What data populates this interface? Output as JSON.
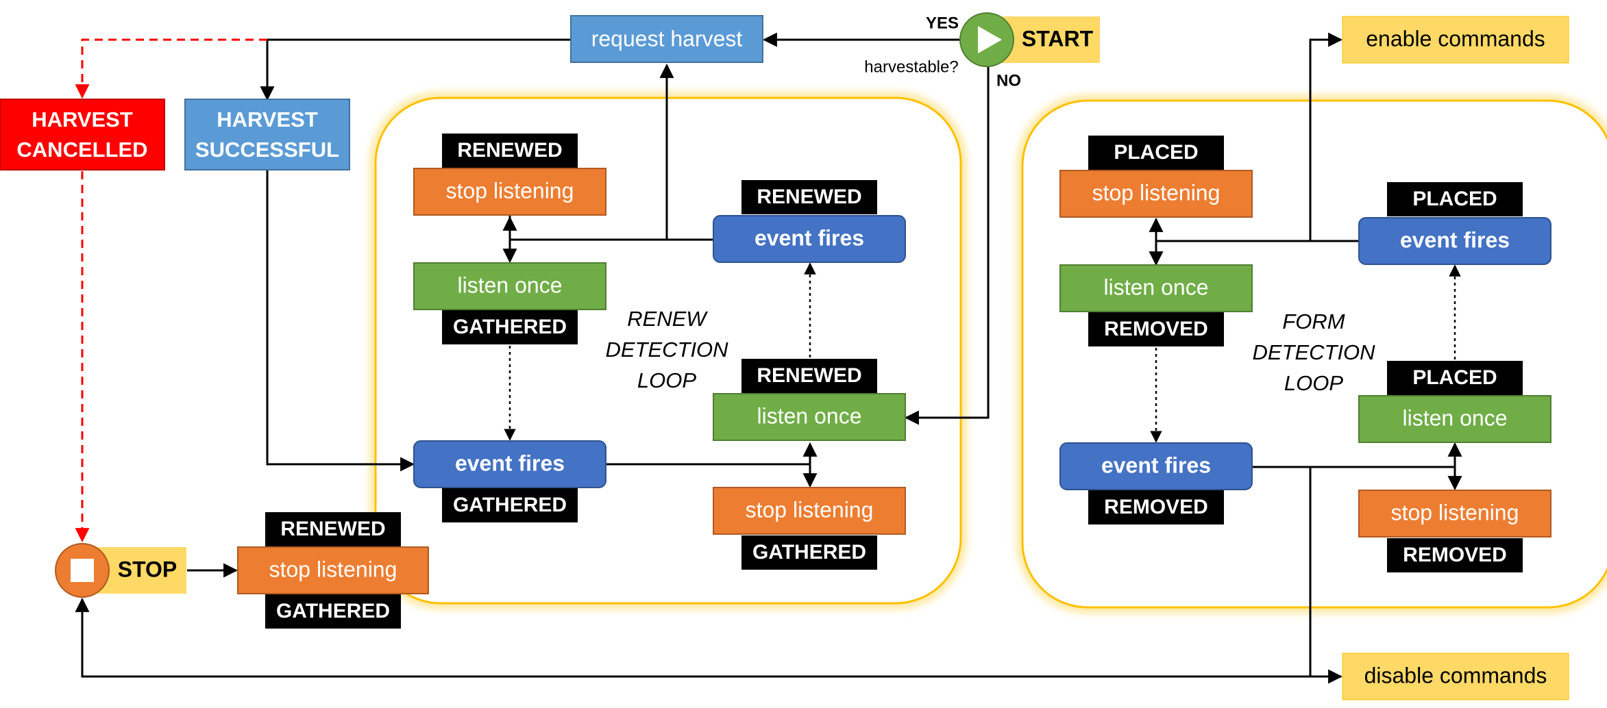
{
  "nodes": {
    "request_harvest": "request harvest",
    "start": "START",
    "stop": "STOP",
    "yes": "YES",
    "no": "NO",
    "harvestable": "harvestable?",
    "enable_commands": "enable commands",
    "disable_commands": "disable commands",
    "harvest_cancelled": [
      "HARVEST",
      "CANCELLED"
    ],
    "harvest_successful": [
      "HARVEST",
      "SUCCESSFUL"
    ]
  },
  "renew_loop": {
    "label": [
      "RENEW",
      "DETECTION",
      "LOOP"
    ],
    "tl_tag": "RENEWED",
    "tl_box": "stop listening",
    "ml_box": "listen once",
    "ml_tag": "GATHERED",
    "bl_box": "event fires",
    "bl_tag": "GATHERED",
    "tr_tag": "RENEWED",
    "tr_box": "event fires",
    "mr_tag": "RENEWED",
    "mr_box": "listen once",
    "br_box": "stop listening",
    "br_tag": "GATHERED"
  },
  "form_loop": {
    "label": [
      "FORM",
      "DETECTION",
      "LOOP"
    ],
    "tl_tag": "PLACED",
    "tl_box": "stop listening",
    "ml_box": "listen once",
    "ml_tag": "REMOVED",
    "bl_box": "event fires",
    "bl_tag": "REMOVED",
    "tr_tag": "PLACED",
    "tr_box": "event fires",
    "mr_tag": "PLACED",
    "mr_box": "listen once",
    "br_box": "stop listening",
    "br_tag": "REMOVED"
  },
  "stop_group": {
    "top_tag": "RENEWED",
    "box": "stop listening",
    "bottom_tag": "GATHERED"
  },
  "colors": {
    "orange": "#ED7D31",
    "green": "#70AD47",
    "blue_dark": "#4472C4",
    "blue_light": "#5B9BD5",
    "red": "#FF0000",
    "label_bg": "#FFD966",
    "loop_border": "#FFC000",
    "black": "#000000"
  }
}
